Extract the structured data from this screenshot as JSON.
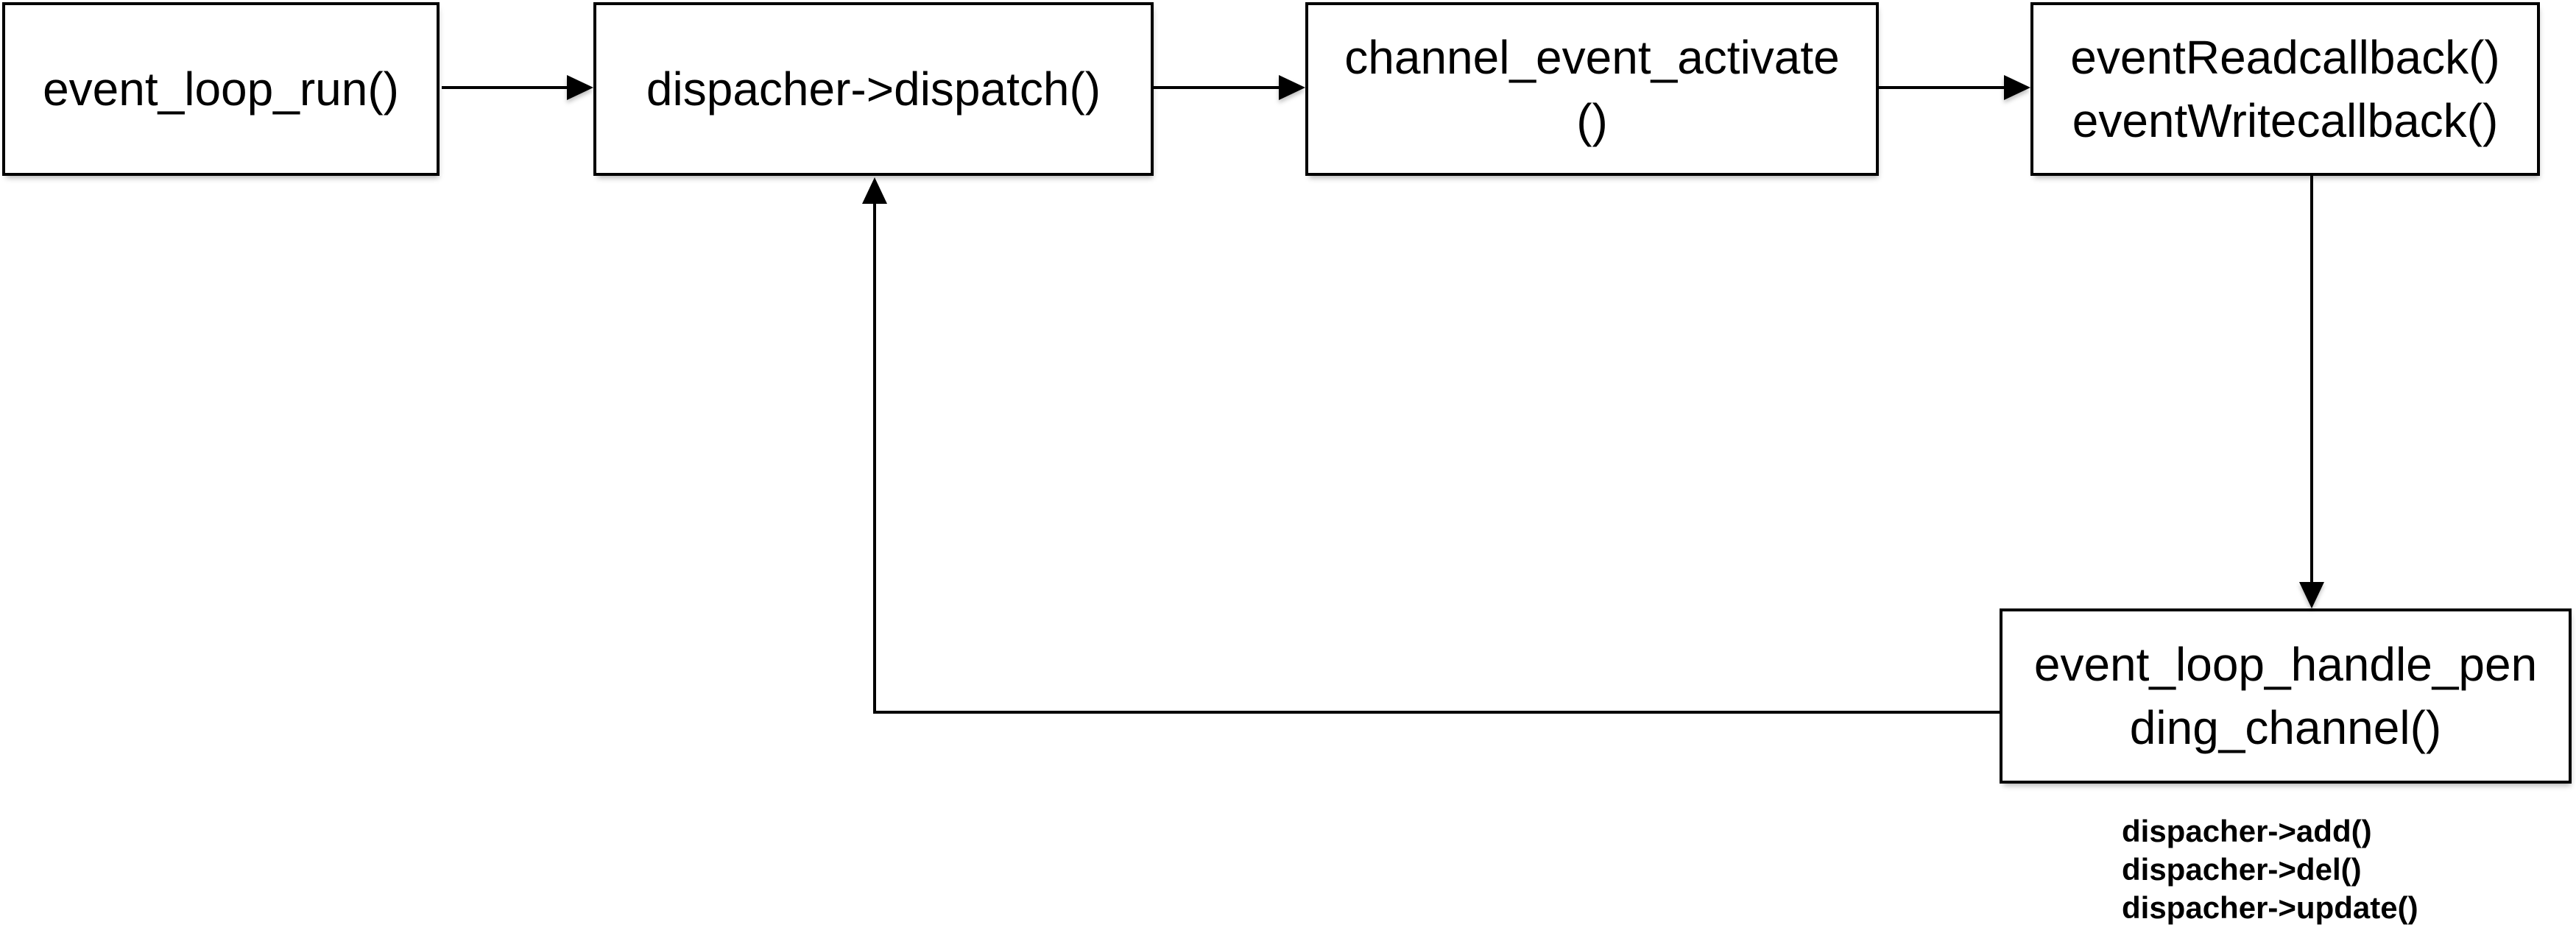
{
  "diagram": {
    "nodes": [
      {
        "id": "event_loop_run",
        "lines": [
          "event_loop_run()"
        ]
      },
      {
        "id": "dispatcher_dispatch",
        "lines": [
          "dispacher->dispatch()"
        ]
      },
      {
        "id": "channel_event_activate",
        "lines": [
          "channel_event_activate",
          "()"
        ]
      },
      {
        "id": "event_callbacks",
        "lines": [
          "eventReadcallback()",
          "eventWritecallback()"
        ]
      },
      {
        "id": "handle_pending_channel",
        "lines": [
          "event_loop_handle_pen",
          "ding_channel()"
        ]
      }
    ],
    "edges": [
      {
        "from": "event_loop_run",
        "to": "dispatcher_dispatch"
      },
      {
        "from": "dispatcher_dispatch",
        "to": "channel_event_activate"
      },
      {
        "from": "channel_event_activate",
        "to": "event_callbacks"
      },
      {
        "from": "event_callbacks",
        "to": "handle_pending_channel"
      },
      {
        "from": "handle_pending_channel",
        "to": "dispatcher_dispatch"
      }
    ],
    "annotation": {
      "lines": [
        "dispacher->add()",
        "dispacher->del()",
        "dispacher->update()"
      ]
    },
    "colors": {
      "line": "#000000",
      "box_background": "#ffffff",
      "page_background": "#ffffff"
    }
  }
}
